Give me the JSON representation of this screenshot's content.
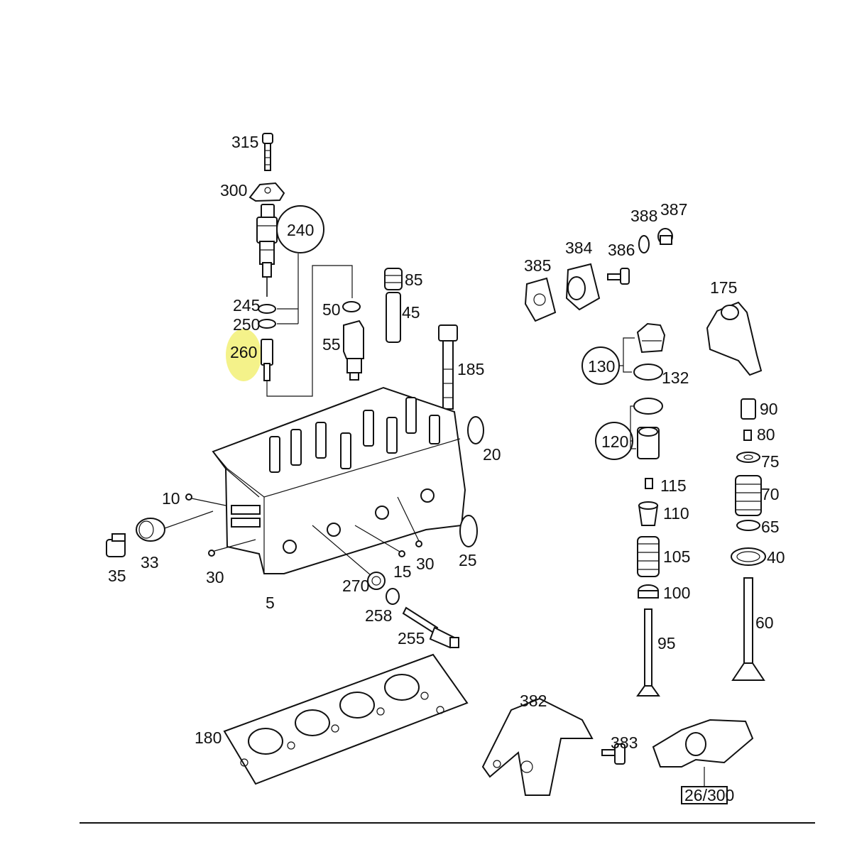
{
  "highlight_color": "#f4f28a",
  "ink_color": "#111111",
  "labels": {
    "l315": "315",
    "l300": "300",
    "l240": "240",
    "l245": "245",
    "l250": "250",
    "l260": "260",
    "l50": "50",
    "l55": "55",
    "l85": "85",
    "l45": "45",
    "l185": "185",
    "l20": "20",
    "l10": "10",
    "l33": "33",
    "l35": "35",
    "l30a": "30",
    "l30b": "30",
    "l15": "15",
    "l25": "25",
    "l270": "270",
    "l258": "258",
    "l255": "255",
    "l5": "5",
    "l180": "180",
    "l385": "385",
    "l384": "384",
    "l386": "386",
    "l388": "388",
    "l387": "387",
    "l175": "175",
    "l130": "130",
    "l132": "132",
    "l120": "120",
    "l115": "115",
    "l110": "110",
    "l105": "105",
    "l100": "100",
    "l95": "95",
    "l90": "90",
    "l80": "80",
    "l75": "75",
    "l70": "70",
    "l65": "65",
    "l40": "40",
    "l60": "60",
    "l382": "382",
    "l383": "383",
    "l26300": "26/300"
  }
}
